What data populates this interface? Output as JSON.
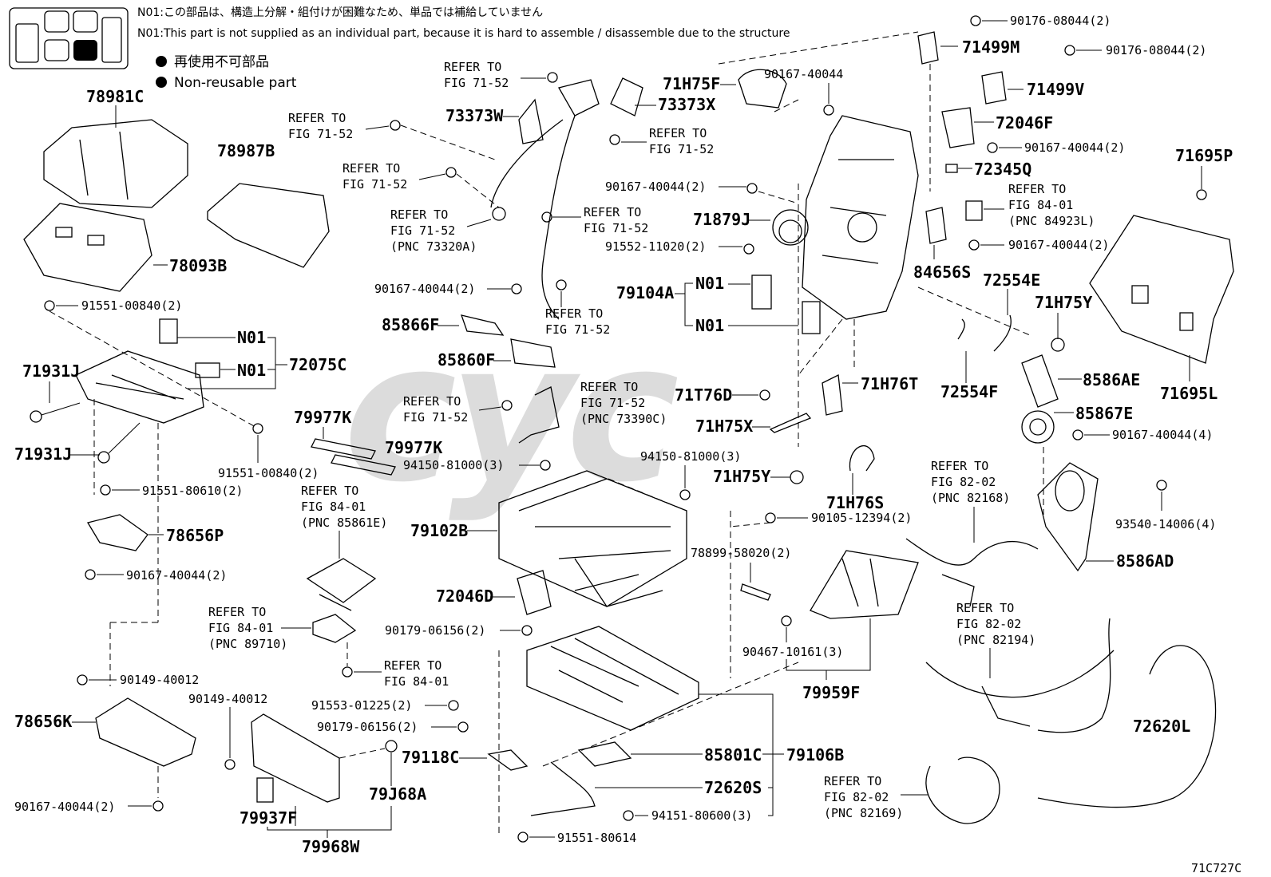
{
  "notes": {
    "ja": "N01:この部品は、構造上分解・組付けが困難なため、単品では補給していません",
    "en": "N01:This part is not supplied as an individual part, because it is hard to assemble / disassemble due to the structure"
  },
  "legend": {
    "ja": "再使用不可部品",
    "en": "Non-reusable part"
  },
  "figure_code": "71C727C",
  "watermark_text": "cyc",
  "labels": {
    "p78981C": "78981C",
    "p78987B": "78987B",
    "p78093B": "78093B",
    "p91551_00840_a": "91551-00840(2)",
    "p91551_00840_b": "91551-00840(2)",
    "n01_a": "N01",
    "n01_b": "N01",
    "n01_c": "N01",
    "n01_d": "N01",
    "p72075C": "72075C",
    "p71931J_a": "71931J",
    "p71931J_b": "71931J",
    "p91551_80610": "91551-80610(2)",
    "p78656P": "78656P",
    "p90167_40044_a": "90167-40044(2)",
    "p90149_40012_a": "90149-40012",
    "p90149_40012_b": "90149-40012",
    "p78656K": "78656K",
    "p90167_40044_b": "90167-40044(2)",
    "p79937F": "79937F",
    "p79968W": "79968W",
    "p79J68A": "79J68A",
    "p79977K_a": "79977K",
    "p79977K_b": "79977K",
    "refer_to": "REFER TO",
    "fig_71_52": "FIG 71-52",
    "fig_84_01": "FIG 84-01",
    "fig_82_02": "FIG 82-02",
    "pnc_85861E": "(PNC 85861E)",
    "pnc_89710": "(PNC 89710)",
    "pnc_73320A": "(PNC 73320A)",
    "pnc_73390C": "(PNC 73390C)",
    "pnc_84923L": "(PNC 84923L)",
    "pnc_82168": "(PNC 82168)",
    "pnc_82194": "(PNC 82194)",
    "pnc_82169": "(PNC 82169)",
    "p73373W": "73373W",
    "p73373X": "73373X",
    "p90167_40044_c": "90167-40044(2)",
    "p85866F": "85866F",
    "p85860F": "85860F",
    "p94150_81000_a": "94150-81000(3)",
    "p94150_81000_b": "94150-81000(3)",
    "p79102B": "79102B",
    "p72046D": "72046D",
    "p90179_06156_a": "90179-06156(2)",
    "p90179_06156_b": "90179-06156(2)",
    "p91553_01225": "91553-01225(2)",
    "p79118C": "79118C",
    "p91551_80614": "91551-80614",
    "p94151_80600": "94151-80600(3)",
    "p72620S": "72620S",
    "p85801C": "85801C",
    "p79106B": "79106B",
    "p71H75F": "71H75F",
    "p90167_40044_d": "90167-40044",
    "p90167_40044_e": "90167-40044(2)",
    "p71879J": "71879J",
    "p91552_11020": "91552-11020(2)",
    "p79104A": "79104A",
    "p71T76D": "71T76D",
    "p71H75X": "71H75X",
    "p71H76T": "71H76T",
    "p71H75Y_a": "71H75Y",
    "p71H76S": "71H76S",
    "p90105_12394": "90105-12394(2)",
    "p78899_58020": "78899-58020(2)",
    "p90467_10161": "90467-10161(3)",
    "p79959F": "79959F",
    "p90176_08044_a": "90176-08044(2)",
    "p90176_08044_b": "90176-08044(2)",
    "p71499M": "71499M",
    "p71499V": "71499V",
    "p72046F": "72046F",
    "p90167_40044_f": "90167-40044(2)",
    "p72345Q": "72345Q",
    "p90167_40044_g": "90167-40044(2)",
    "p84656S": "84656S",
    "p72554E": "72554E",
    "p72554F": "72554F",
    "p71H75Y_b": "71H75Y",
    "p71695P": "71695P",
    "p71695L": "71695L",
    "p8586AE": "8586AE",
    "p85867E": "85867E",
    "p90167_40044_h": "90167-40044(4)",
    "p93540_14006": "93540-14006(4)",
    "p8586AD": "8586AD",
    "p72620L": "72620L"
  }
}
